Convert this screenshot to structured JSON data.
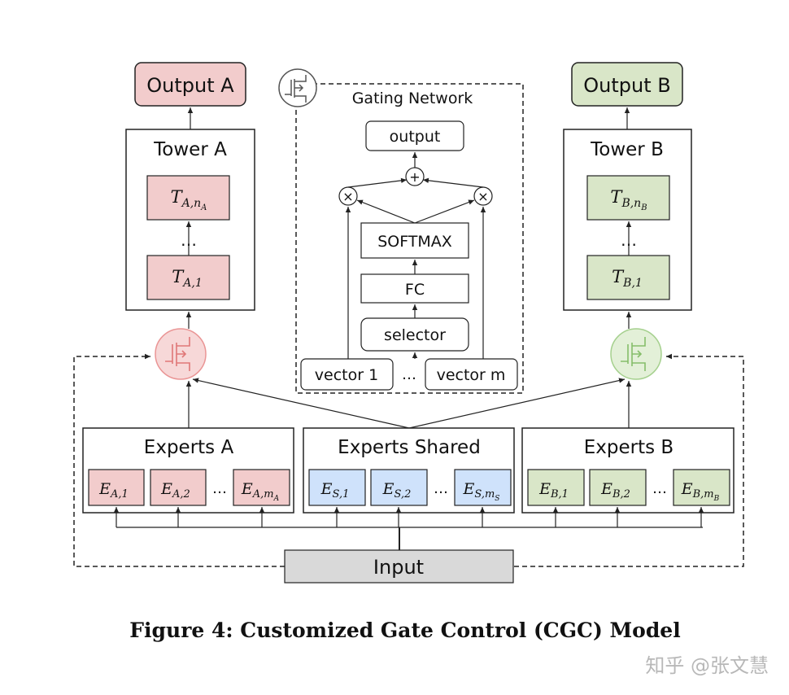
{
  "colors": {
    "task_a": "#f2cccc",
    "task_b": "#d9e6c8",
    "shared": "#cfe2fb",
    "input": "#d9d9d9",
    "gate_a": "#f5a9a9",
    "gate_b": "#b9dba4"
  },
  "output_a": "Output A",
  "output_b": "Output B",
  "tower_a": {
    "title": "Tower A",
    "top": "T",
    "top_sub": "A,n",
    "top_subsub": "A",
    "dots": "…",
    "bottom": "T",
    "bottom_sub": "A,1"
  },
  "tower_b": {
    "title": "Tower B",
    "top": "T",
    "top_sub": "B,n",
    "top_subsub": "B",
    "dots": "…",
    "bottom": "T",
    "bottom_sub": "B,1"
  },
  "gating": {
    "title": "Gating Network",
    "output": "output",
    "plus": "+",
    "times": "×",
    "softmax": "SOFTMAX",
    "fc": "FC",
    "selector": "selector",
    "vector_1": "vector 1",
    "dots": "…",
    "vector_m": "vector m"
  },
  "experts_a": {
    "title": "Experts A",
    "e1": "E",
    "e1_sub": "A,1",
    "e2": "E",
    "e2_sub": "A,2",
    "dots": "…",
    "em": "E",
    "em_sub": "A,m",
    "em_subsub": "A"
  },
  "experts_shared": {
    "title": "Experts Shared",
    "e1": "E",
    "e1_sub": "S,1",
    "e2": "E",
    "e2_sub": "S,2",
    "dots": "…",
    "em": "E",
    "em_sub": "S,m",
    "em_subsub": "S"
  },
  "experts_b": {
    "title": "Experts B",
    "e1": "E",
    "e1_sub": "B,1",
    "e2": "E",
    "e2_sub": "B,2",
    "dots": "…",
    "em": "E",
    "em_sub": "B,m",
    "em_subsub": "B"
  },
  "input": "Input",
  "caption": "Figure 4: Customized Gate Control (CGC) Model",
  "watermark": "知乎 @张文慧"
}
